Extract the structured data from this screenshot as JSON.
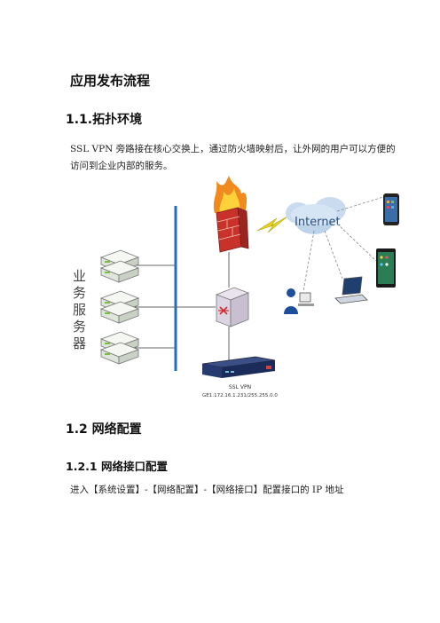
{
  "doc": {
    "title": "应用发布流程",
    "section1": "1.1.拓扑环境",
    "para1_line1": "SSL  VPN 旁路接在核心交换上，通过防火墙映射后，让外网的用户可以方便的",
    "para1_line2": "访问到企业内部的服务。",
    "section2": "1.2 网络配置",
    "subsection": "1.2.1 网络接口配置",
    "para2": "进入【系统设置】-【网络配置】-【网络接口】配置接口的 IP 地址"
  },
  "diagram": {
    "internet_label": "Internet",
    "server_label_chars": [
      "业",
      "务",
      "服",
      "务",
      "器"
    ],
    "vpn_name": "SSL VPN",
    "vpn_ip": "GE1:172.16.1.231/255.255.0.0",
    "icons": [
      "server-icon",
      "firewall-icon",
      "internet-cloud-icon",
      "core-switch-icon",
      "ssl-vpn-appliance-icon",
      "phone-icon",
      "tablet-icon",
      "laptop-icon",
      "user-desktop-icon",
      "lightning-icon"
    ],
    "colors": {
      "trunk": "#1f6fbf",
      "firewall": "#c8322a",
      "flame": "#f08a1e",
      "cloud": "#bcd3ea"
    }
  }
}
